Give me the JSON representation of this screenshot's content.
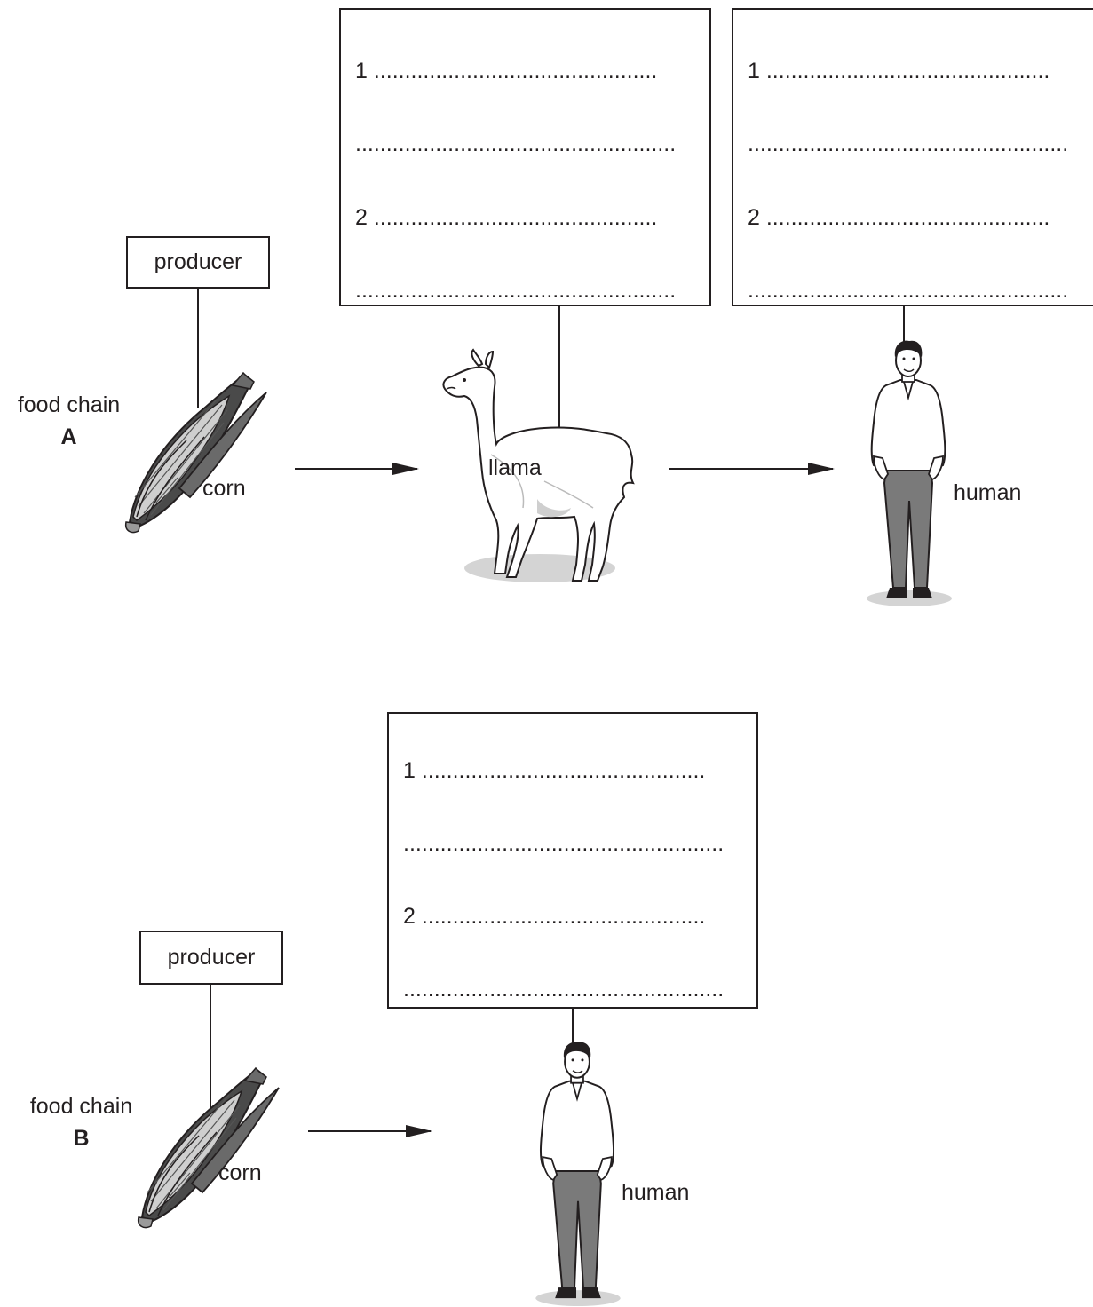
{
  "chain_a": {
    "label": "food chain",
    "letter": "A",
    "producer_label": "producer",
    "organisms": {
      "corn": "corn",
      "llama": "llama",
      "human": "human"
    },
    "box_llama": {
      "line1_num": "1",
      "line1_dots": "..............................................",
      "line2_dots": "....................................................",
      "line3_num": "2",
      "line3_dots": "..............................................",
      "line4_dots": "...................................................."
    },
    "box_human": {
      "line1_num": "1",
      "line1_dots": "..............................................",
      "line2_dots": "....................................................",
      "line3_num": "2",
      "line3_dots": "..............................................",
      "line4_dots": "...................................................."
    }
  },
  "chain_b": {
    "label": "food chain",
    "letter": "B",
    "producer_label": "producer",
    "organisms": {
      "corn": "corn",
      "human": "human"
    },
    "box_human": {
      "line1_num": "1",
      "line1_dots": "..............................................",
      "line2_dots": "....................................................",
      "line3_num": "2",
      "line3_dots": "..............................................",
      "line4_dots": "...................................................."
    }
  },
  "icons": [
    "corn-icon",
    "llama-icon",
    "human-icon",
    "arrow-icon"
  ],
  "colors": {
    "ink": "#231f20",
    "shade": "#7a7a7a",
    "light": "#d0d0d0"
  }
}
